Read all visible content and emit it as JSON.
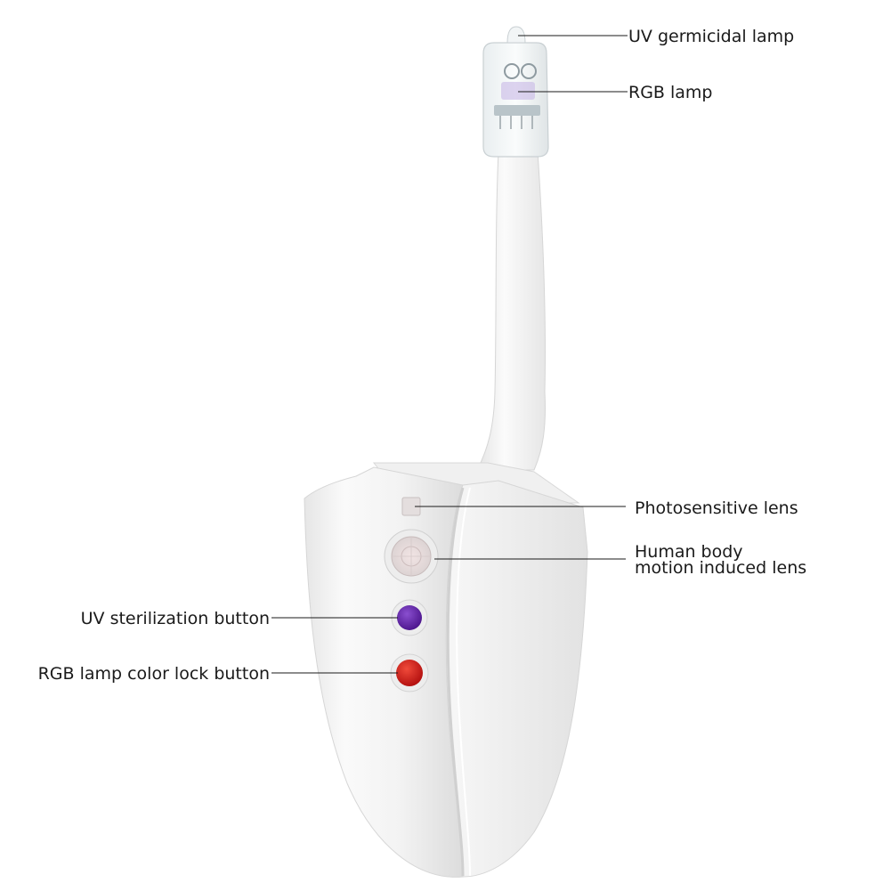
{
  "callouts": {
    "uv_germicidal_lamp": "UV germicidal lamp",
    "rgb_lamp": "RGB lamp",
    "photosensitive_lens": "Photosensitive lens",
    "motion_lens_line1": "Human body",
    "motion_lens_line2": "motion induced lens",
    "uv_sterilization_button": "UV sterilization button",
    "rgb_color_lock_button": "RGB lamp color lock button"
  },
  "colors": {
    "uv_button": "#5b1fa0",
    "rgb_button": "#d41a1a",
    "body": "#f4f4f4",
    "label_text": "#1a1a1a"
  }
}
